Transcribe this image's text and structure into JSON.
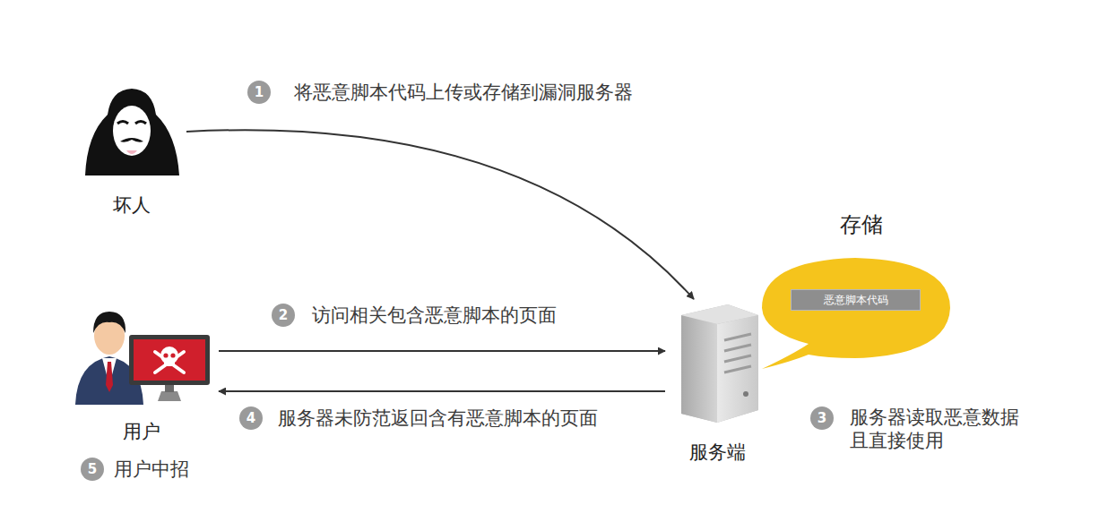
{
  "diagram": {
    "nodes": [
      {
        "text": [
          "坏人"
        ]
      },
      {
        "text": [
          "用户"
        ]
      },
      {
        "text": [
          "服务端"
        ]
      },
      {
        "text": [
          "存储"
        ]
      },
      {
        "text": [
          "恶意脚本代码"
        ],
        "in": 3
      }
    ],
    "edges": [
      {
        "from": 0,
        "to": 2,
        "label": "将恶意脚本代码上传或存储到漏洞服务器",
        "arrow": "to"
      },
      {
        "from": 1,
        "to": 2,
        "label": "访问相关包含恶意脚本的页面",
        "arrow": "to"
      },
      {
        "from": 2,
        "to": 1,
        "label": "服务器未防范返回含有恶意脚本的页面",
        "arrow": "to"
      }
    ],
    "labels": [
      "1",
      "2",
      "3",
      "4",
      "5",
      "服务器读取恶意数据 且直接使用",
      "用户中招"
    ]
  }
}
